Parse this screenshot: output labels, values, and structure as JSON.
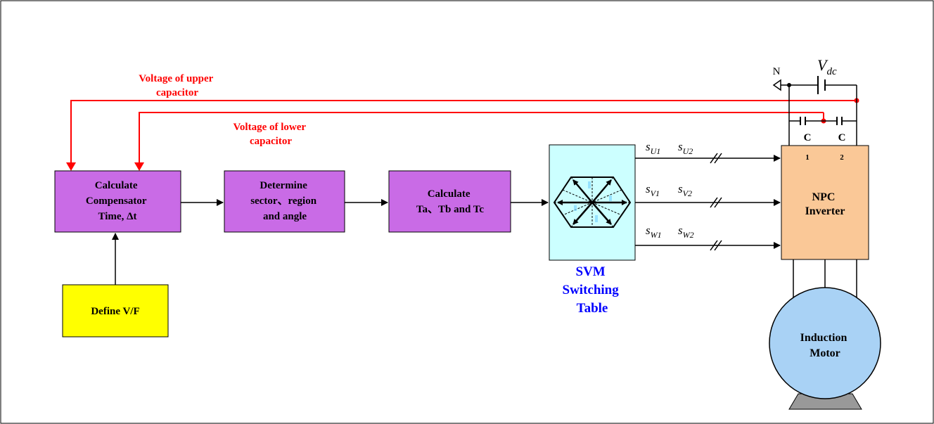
{
  "colors": {
    "block_fill": "#c96be6",
    "define_fill": "#ffff00",
    "svm_fill": "#ccffff",
    "inverter_fill": "#fac897",
    "motor_fill": "#a9d2f5",
    "feedback": "#ff0000",
    "svm_label": "#0000ff",
    "base_fill": "#999999"
  },
  "blocks": {
    "calc_comp": [
      "Calculate",
      "Compensator",
      "Time, Δt"
    ],
    "determine": [
      "Determine",
      "sector、region",
      "and angle"
    ],
    "calc_t": [
      "Calculate",
      "Ta、Tb and Tc"
    ],
    "define": "Define V/F",
    "inverter": [
      "NPC",
      "Inverter"
    ],
    "motor": [
      "Induction",
      "Motor"
    ]
  },
  "svm_label": [
    "SVM",
    "Switching",
    "Table"
  ],
  "feedback": {
    "upper": [
      "Voltage of upper",
      "capacitor"
    ],
    "lower": [
      "Voltage of lower",
      "capacitor"
    ]
  },
  "source": {
    "vdc_main": "V",
    "vdc_sub": "dc",
    "neutral": "N",
    "cap1": "C",
    "cap2": "C",
    "port1": "1",
    "port2": "2"
  },
  "signals": [
    {
      "a": "s",
      "a_sub": "U1",
      "b": "s",
      "b_sub": "U2"
    },
    {
      "a": "s",
      "a_sub": "V1",
      "b": "s",
      "b_sub": "V2"
    },
    {
      "a": "s",
      "a_sub": "W1",
      "b": "s",
      "b_sub": "W2"
    }
  ]
}
